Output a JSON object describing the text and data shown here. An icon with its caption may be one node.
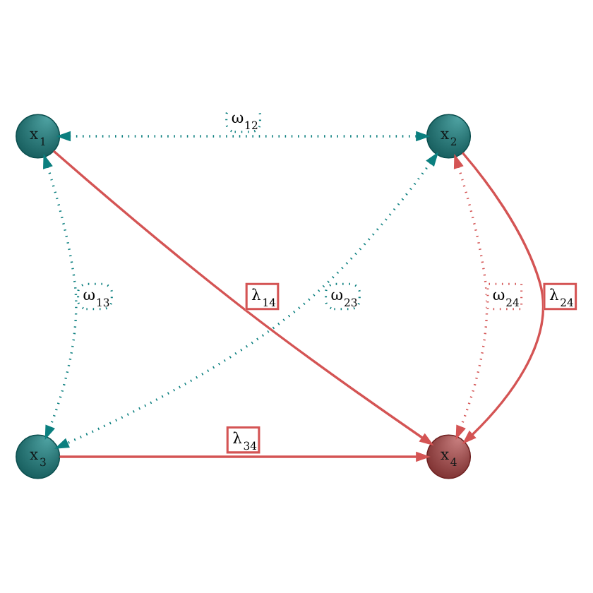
{
  "diagram": {
    "nodes": [
      {
        "text": [
          "x$_{1}$"
        ]
      },
      {
        "text": [
          "x$_{2}$"
        ]
      },
      {
        "text": [
          "x$_{3}$"
        ]
      },
      {
        "text": [
          "x$_{4}$"
        ]
      }
    ],
    "edges": [
      {
        "from": 0,
        "to": 1,
        "arrow": "both",
        "label": "ω$_{12}$",
        "style": "dashed",
        "color": "#0b7f7f"
      },
      {
        "from": 0,
        "to": 2,
        "arrow": "both",
        "label": "ω$_{13}$",
        "style": "dashed",
        "color": "#0b7f7f"
      },
      {
        "from": 1,
        "to": 2,
        "arrow": "both",
        "label": "ω$_{23}$",
        "style": "dashed",
        "color": "#0b7f7f"
      },
      {
        "from": 1,
        "to": 3,
        "arrow": "both",
        "label": "ω$_{24}$",
        "style": "dashed"
      },
      {
        "from": 0,
        "to": 3,
        "arrow": "to",
        "label": "λ$_{14}$"
      },
      {
        "from": 1,
        "to": 3,
        "arrow": "to",
        "label": "λ$_{24}$"
      },
      {
        "from": 2,
        "to": 3,
        "arrow": "to",
        "label": "λ$_{34}$"
      }
    ]
  }
}
